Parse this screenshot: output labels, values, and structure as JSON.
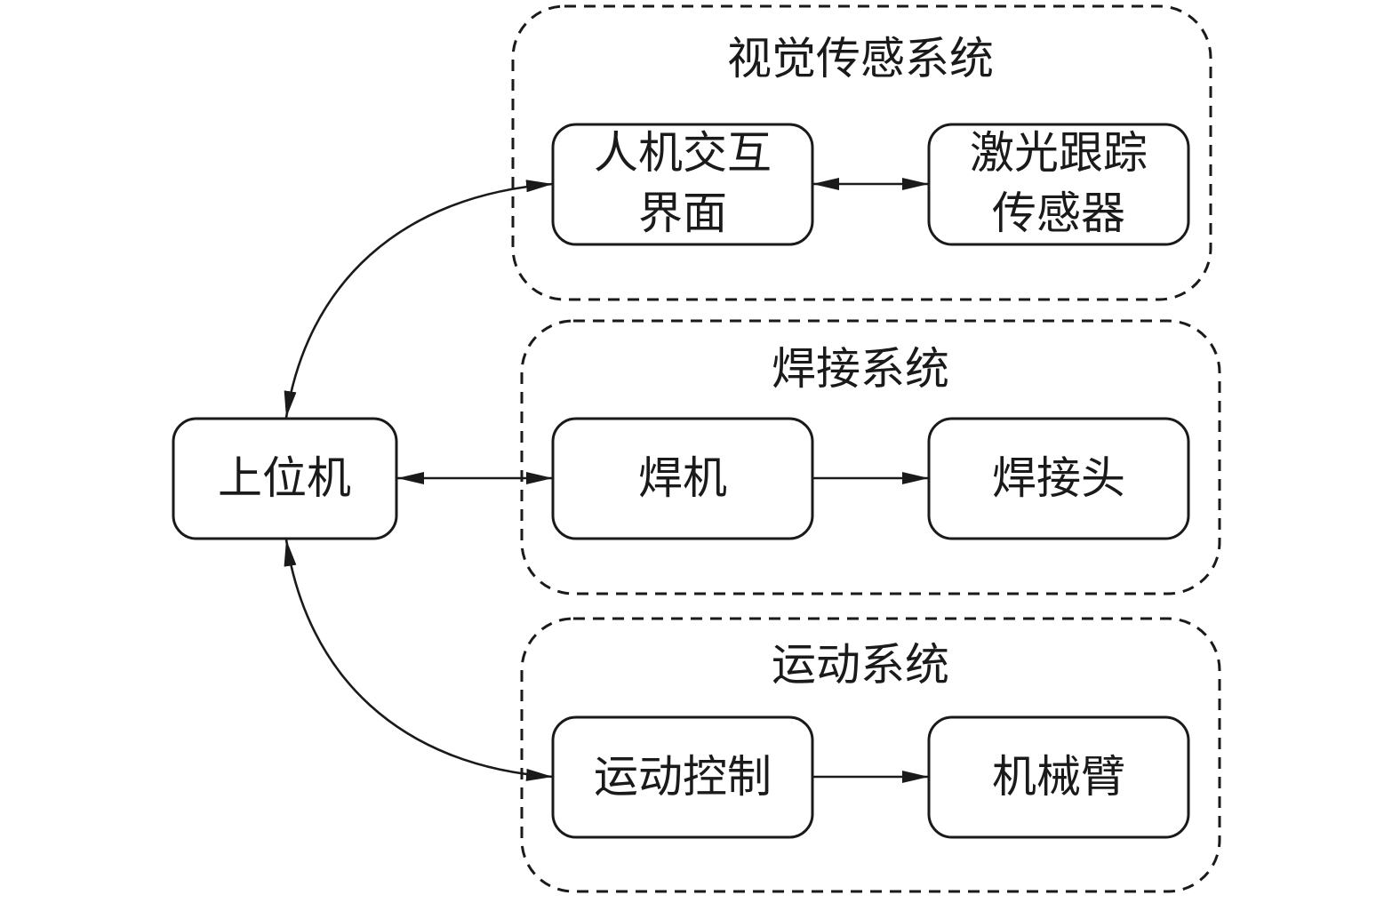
{
  "groups": {
    "vision": {
      "title": "视觉传感系统"
    },
    "welding": {
      "title": "焊接系统"
    },
    "motion": {
      "title": "运动系统"
    }
  },
  "nodes": {
    "host": {
      "label": "上位机"
    },
    "hmi": {
      "lines": [
        "人机交互",
        "界面"
      ]
    },
    "laser": {
      "lines": [
        "激光跟踪",
        "传感器"
      ]
    },
    "welder": {
      "label": "焊机"
    },
    "weld_head": {
      "label": "焊接头"
    },
    "motion_ctrl": {
      "label": "运动控制"
    },
    "arm": {
      "label": "机械臂"
    }
  },
  "edges": [
    {
      "from": "host",
      "to": "hmi",
      "direction": "both"
    },
    {
      "from": "hmi",
      "to": "laser",
      "direction": "both"
    },
    {
      "from": "host",
      "to": "welder",
      "direction": "both"
    },
    {
      "from": "welder",
      "to": "weld_head",
      "direction": "forward"
    },
    {
      "from": "host",
      "to": "motion_ctrl",
      "direction": "both"
    },
    {
      "from": "motion_ctrl",
      "to": "arm",
      "direction": "forward"
    }
  ]
}
